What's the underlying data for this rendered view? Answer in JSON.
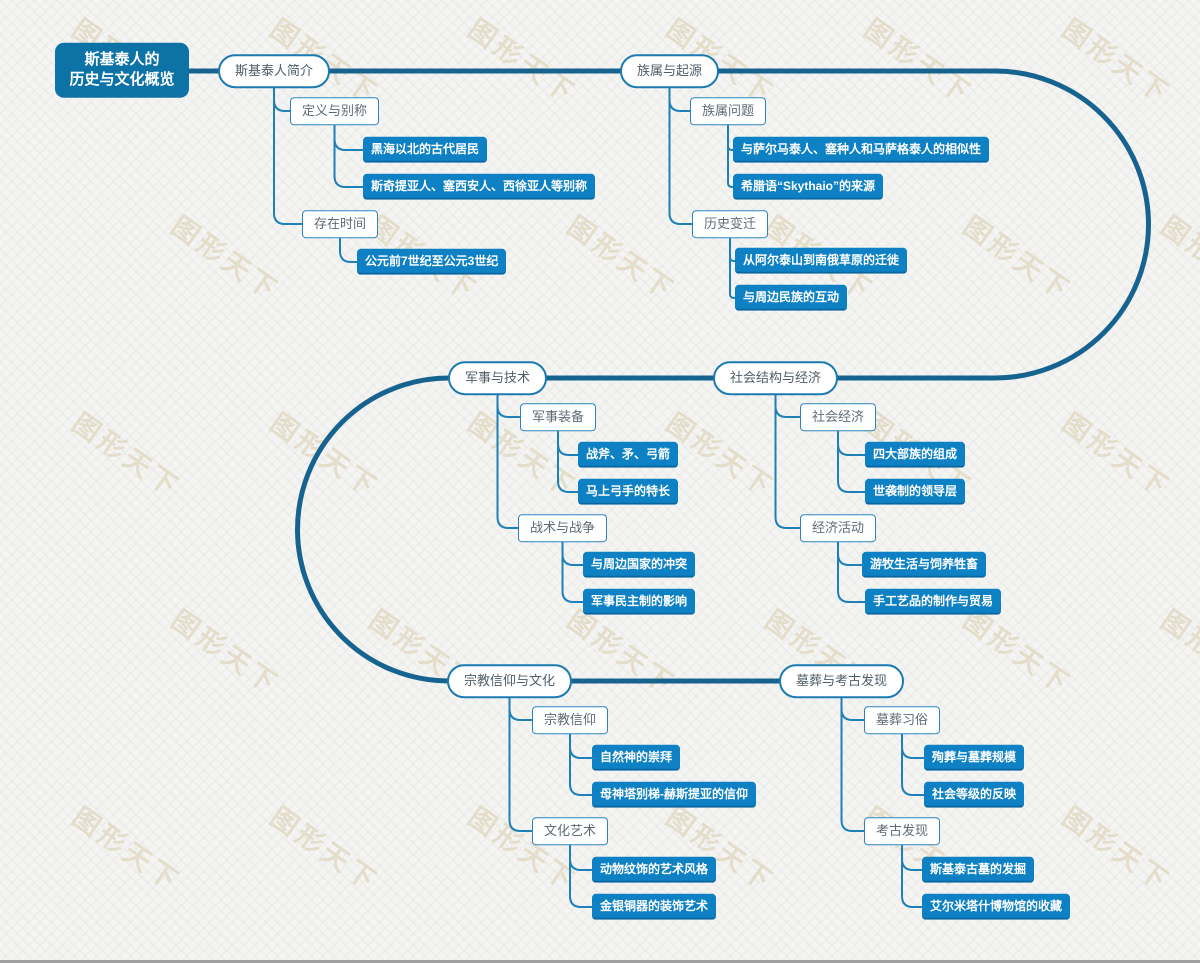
{
  "watermark": {
    "text": "图形天下",
    "color": "#c1ae7d"
  },
  "colors": {
    "background": "#f4f4f2",
    "root_bg": "#0d73a6",
    "leaf_bg": "#0d81c4",
    "pill_border": "#1b7ab2",
    "spine": "#176390",
    "branch": "#1f7fb8"
  },
  "mindmap": {
    "root": {
      "label": "斯基泰人的\n历史与文化概览"
    },
    "nodes": [
      {
        "id": "intro",
        "label": "斯基泰人简介",
        "parent": null
      },
      {
        "id": "definition",
        "label": "定义与别称",
        "parent": "intro"
      },
      {
        "id": "blacksea",
        "label": "黑海以北的古代居民",
        "parent": "definition"
      },
      {
        "id": "aliases",
        "label": "斯奇提亚人、塞西安人、西徐亚人等别称",
        "parent": "definition"
      },
      {
        "id": "period",
        "label": "存在时间",
        "parent": "intro"
      },
      {
        "id": "era",
        "label": "公元前7世纪至公元3世纪",
        "parent": "period"
      },
      {
        "id": "ethnicity",
        "label": "族属与起源",
        "parent": null
      },
      {
        "id": "ethnic-question",
        "label": "族属问题",
        "parent": "ethnicity"
      },
      {
        "id": "similarity",
        "label": "与萨尔马泰人、塞种人和马萨格泰人的相似性",
        "parent": "ethnic-question"
      },
      {
        "id": "greek",
        "label": "希腊语“Skythaio”的来源",
        "parent": "ethnic-question"
      },
      {
        "id": "history-change",
        "label": "历史变迁",
        "parent": "ethnicity"
      },
      {
        "id": "migration",
        "label": "从阿尔泰山到南俄草原的迁徙",
        "parent": "history-change"
      },
      {
        "id": "interaction",
        "label": "与周边民族的互动",
        "parent": "history-change"
      },
      {
        "id": "military",
        "label": "军事与技术",
        "parent": null
      },
      {
        "id": "equipment",
        "label": "军事装备",
        "parent": "military"
      },
      {
        "id": "weapons",
        "label": "战斧、矛、弓箭",
        "parent": "equipment"
      },
      {
        "id": "archer",
        "label": "马上弓手的特长",
        "parent": "equipment"
      },
      {
        "id": "tactics",
        "label": "战术与战争",
        "parent": "military"
      },
      {
        "id": "conflict",
        "label": "与周边国家的冲突",
        "parent": "tactics"
      },
      {
        "id": "democracy",
        "label": "军事民主制的影响",
        "parent": "tactics"
      },
      {
        "id": "society",
        "label": "社会结构与经济",
        "parent": null
      },
      {
        "id": "social-economy",
        "label": "社会经济",
        "parent": "society"
      },
      {
        "id": "tribes",
        "label": "四大部族的组成",
        "parent": "social-economy"
      },
      {
        "id": "hereditary",
        "label": "世袭制的领导层",
        "parent": "social-economy"
      },
      {
        "id": "economic-activity",
        "label": "经济活动",
        "parent": "society"
      },
      {
        "id": "nomadic",
        "label": "游牧生活与饲养牲畜",
        "parent": "economic-activity"
      },
      {
        "id": "crafts",
        "label": "手工艺品的制作与贸易",
        "parent": "economic-activity"
      },
      {
        "id": "religion",
        "label": "宗教信仰与文化",
        "parent": null
      },
      {
        "id": "belief",
        "label": "宗教信仰",
        "parent": "religion"
      },
      {
        "id": "nature-gods",
        "label": "自然神的崇拜",
        "parent": "belief"
      },
      {
        "id": "goddess",
        "label": "母神塔别梯-赫斯提亚的信仰",
        "parent": "belief"
      },
      {
        "id": "culture-art",
        "label": "文化艺术",
        "parent": "religion"
      },
      {
        "id": "animal-style",
        "label": "动物纹饰的艺术风格",
        "parent": "culture-art"
      },
      {
        "id": "metal-art",
        "label": "金银铜器的装饰艺术",
        "parent": "culture-art"
      },
      {
        "id": "burial",
        "label": "墓葬与考古发现",
        "parent": null
      },
      {
        "id": "burial-customs",
        "label": "墓葬习俗",
        "parent": "burial"
      },
      {
        "id": "sacrifice",
        "label": "殉葬与墓葬规模",
        "parent": "burial-customs"
      },
      {
        "id": "hierarchy",
        "label": "社会等级的反映",
        "parent": "burial-customs"
      },
      {
        "id": "archaeology",
        "label": "考古发现",
        "parent": "burial"
      },
      {
        "id": "excavation",
        "label": "斯基泰古墓的发掘",
        "parent": "archaeology"
      },
      {
        "id": "hermitage",
        "label": "艾尔米塔什博物馆的收藏",
        "parent": "archaeology"
      }
    ]
  }
}
